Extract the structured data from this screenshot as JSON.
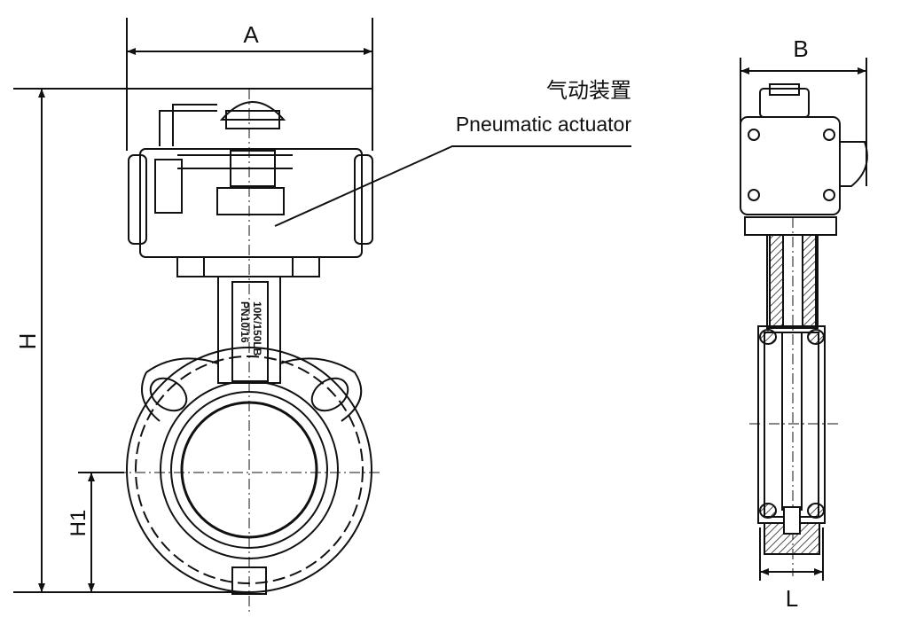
{
  "labels": {
    "dim_a": "A",
    "dim_b": "B",
    "dim_h": "H",
    "dim_h1": "H1",
    "dim_l": "L",
    "callout_cn": "气动装置",
    "callout_en": "Pneumatic actuator",
    "neck_marking_1": "10K/150LB",
    "neck_marking_2": "PN10/16"
  }
}
